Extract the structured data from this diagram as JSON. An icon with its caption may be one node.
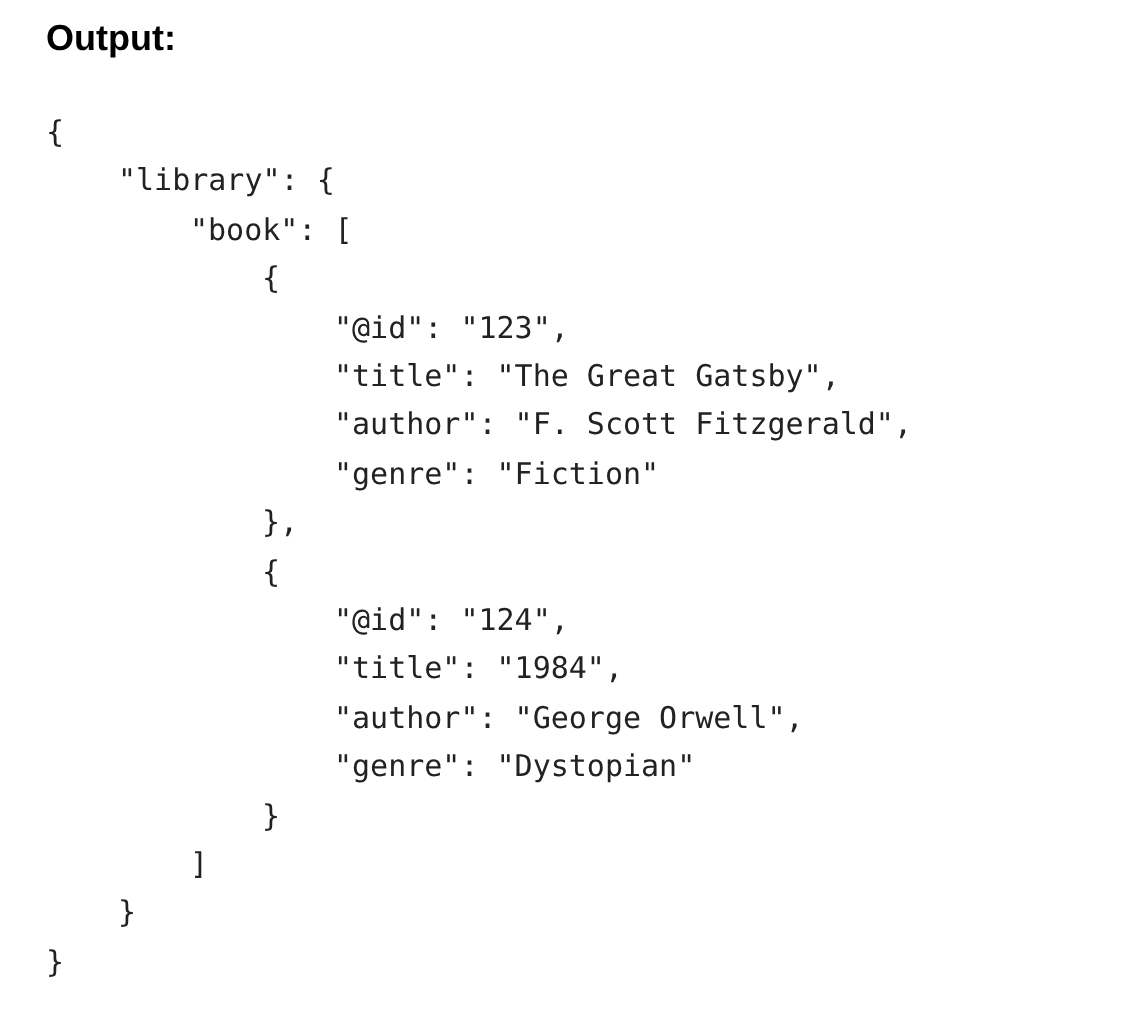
{
  "diagram": {
    "title": "Output:",
    "labels": [
      "{",
      "\"library\": {",
      "\"book\": [",
      "{",
      "\"@id\": \"123\",",
      "\"title\": \"The Great Gatsby\",",
      "\"author\": \"F. Scott Fitzgerald\",",
      "\"genre\": \"Fiction\"",
      "},",
      "{",
      "\"@id\": \"124\",",
      "\"title\": \"1984\",",
      "\"author\": \"George Orwell\",",
      "\"genre\": \"Dystopian\"",
      "}",
      "]",
      "}",
      "}"
    ]
  }
}
